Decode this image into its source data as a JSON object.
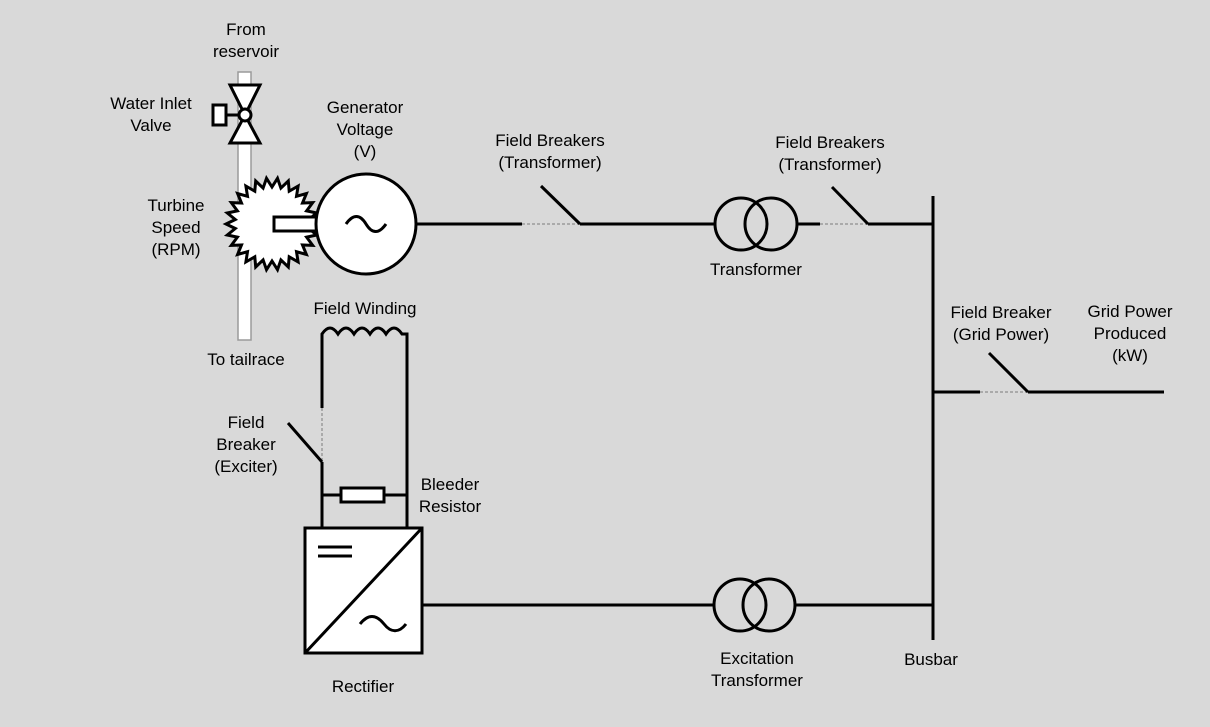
{
  "colors": {
    "background": "#d9d9d9",
    "line": "#000000",
    "pipe": "#ffffff",
    "pipe_edge": "#9a9a9a",
    "open_gap": "#9a9a9a"
  },
  "labels": {
    "from_reservoir": [
      "From",
      "reservoir"
    ],
    "water_inlet_valve": [
      "Water Inlet",
      "Valve"
    ],
    "generator_voltage": [
      "Generator",
      "Voltage",
      "(V)"
    ],
    "turbine_speed": [
      "Turbine",
      "Speed",
      "(RPM)"
    ],
    "to_tailrace": [
      "To tailrace"
    ],
    "field_breakers_1": [
      "Field Breakers",
      "(Transformer)"
    ],
    "field_breakers_2": [
      "Field Breakers",
      "(Transformer)"
    ],
    "transformer": [
      "Transformer"
    ],
    "field_winding": [
      "Field Winding"
    ],
    "field_breaker_exciter": [
      "Field",
      "Breaker",
      "(Exciter)"
    ],
    "bleeder_resistor": [
      "Bleeder",
      "Resistor"
    ],
    "field_breaker_grid": [
      "Field Breaker",
      "(Grid Power)"
    ],
    "grid_power_produced": [
      "Grid Power",
      "Produced",
      "(kW)"
    ],
    "rectifier": [
      "Rectifier"
    ],
    "excitation_transformer": [
      "Excitation",
      "Transformer"
    ],
    "busbar": [
      "Busbar"
    ]
  },
  "icons": {
    "valve": "bowtie-valve-icon",
    "turbine": "gear-turbine-icon",
    "generator": "ac-generator-icon",
    "transformer": "double-circle-transformer-icon",
    "rectifier": "ac-dc-rectifier-icon",
    "winding": "coil-winding-icon",
    "resistor": "resistor-icon",
    "breaker": "open-switch-icon"
  }
}
